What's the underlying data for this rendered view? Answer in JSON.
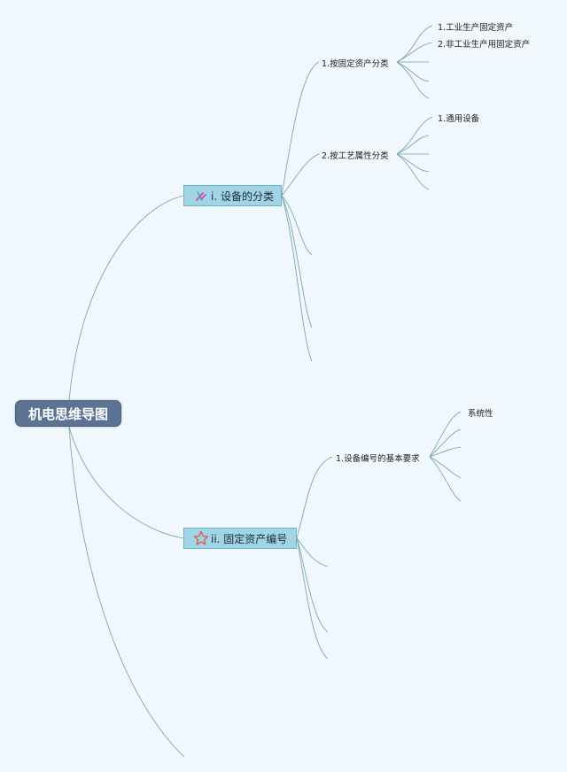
{
  "root": {
    "label": "机电思维导图"
  },
  "branches": [
    {
      "label": "i. 设备的分类",
      "icon": "tools-icon",
      "children": [
        {
          "label": "1.按固定资产分类",
          "children": [
            "1.工业生产固定资产",
            "2.非工业生产用固定资产"
          ]
        },
        {
          "label": "2.按工艺属性分类",
          "children": [
            "1.通用设备"
          ]
        }
      ]
    },
    {
      "label": "ii. 固定资产编号",
      "icon": "star-icon",
      "children": [
        {
          "label": "1.设备编号的基本要求",
          "children": [
            "系统性"
          ]
        }
      ]
    }
  ],
  "colors": {
    "background": "#f1f8fd",
    "root_fill": "#5d7394",
    "branch_fill": "#9fd5e4",
    "connector": "#6f9fa0",
    "star_icon": "#e0564a",
    "tools_icon": "#d84aa0"
  }
}
